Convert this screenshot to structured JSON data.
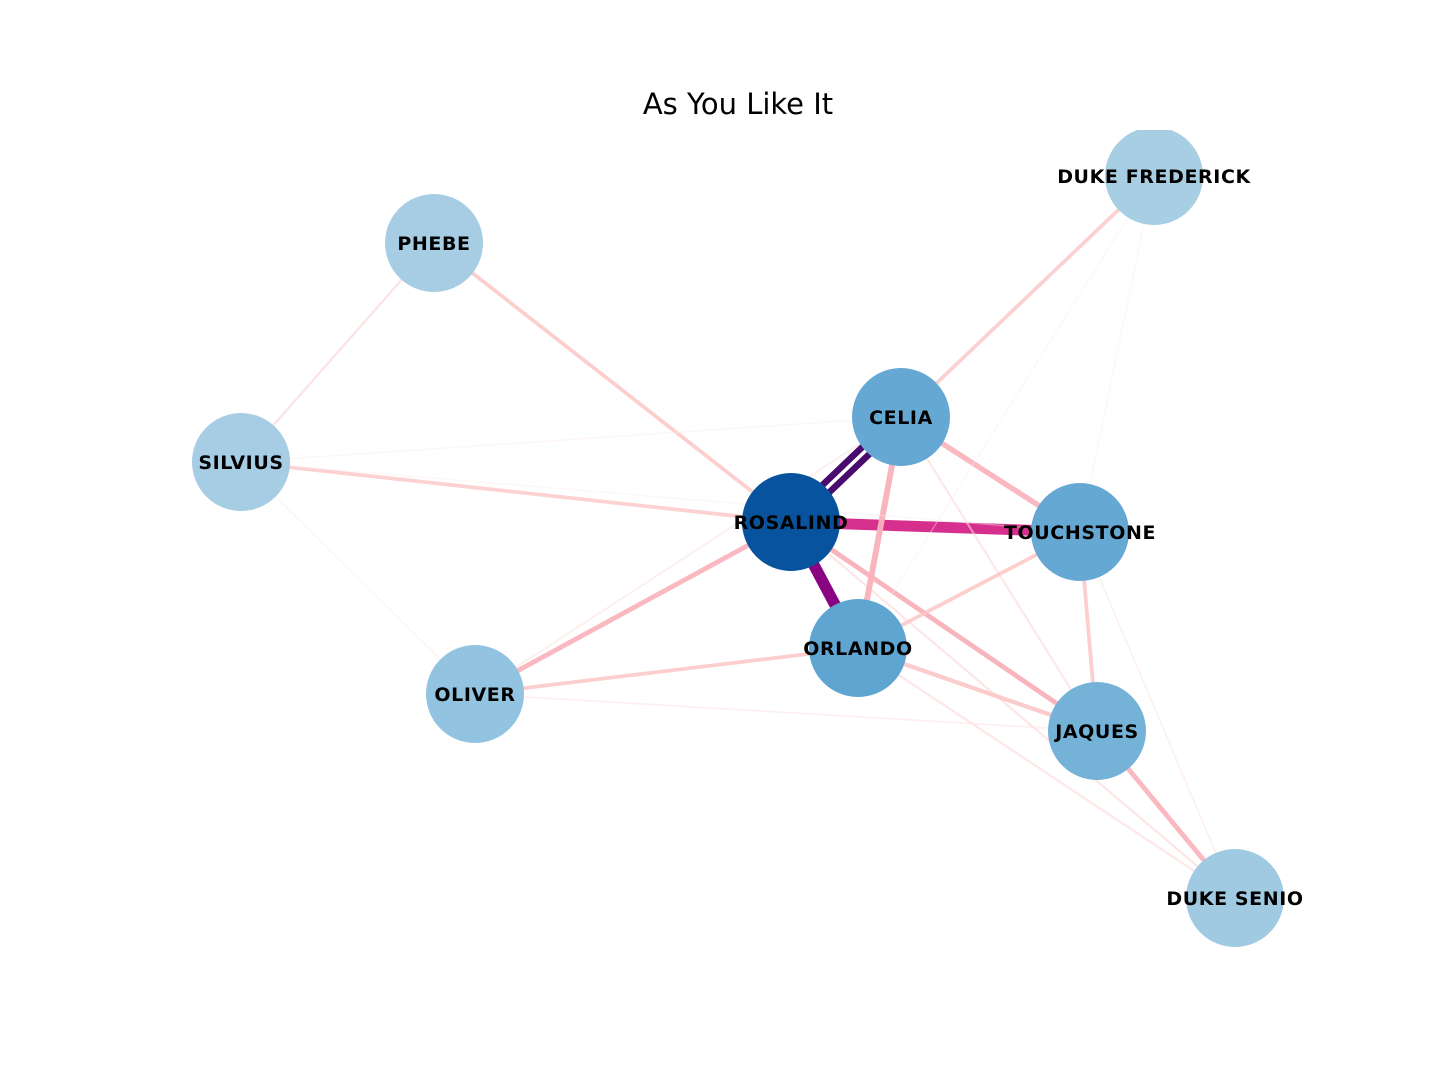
{
  "title": "As You Like It",
  "nodes": [
    {
      "id": "rosalind",
      "label": "ROSALIND",
      "color": "#08539e"
    },
    {
      "id": "celia",
      "label": "CELIA",
      "color": "#66a8d4"
    },
    {
      "id": "touchstone",
      "label": "TOUCHSTONE",
      "color": "#66a8d4"
    },
    {
      "id": "orlando",
      "label": "ORLANDO",
      "color": "#5fa5d1"
    },
    {
      "id": "jaques",
      "label": "JAQUES",
      "color": "#74b2d8"
    },
    {
      "id": "oliver",
      "label": "OLIVER",
      "color": "#92c3e0"
    },
    {
      "id": "phebe",
      "label": "PHEBE",
      "color": "#a6cde3"
    },
    {
      "id": "silvius",
      "label": "SILVIUS",
      "color": "#a6cde3"
    },
    {
      "id": "duke_frederick",
      "label": "DUKE FREDERICK",
      "color": "#a8cee4"
    },
    {
      "id": "duke_senior",
      "label": "DUKE SENIO",
      "color": "#a0c9e2"
    }
  ],
  "edges": [
    {
      "source": "rosalind",
      "target": "celia",
      "color": "#4a0a6e",
      "weight": 1.0,
      "opacity": 1.0
    },
    {
      "source": "rosalind",
      "target": "touchstone",
      "color": "#d62f8e",
      "weight": 0.9,
      "opacity": 1.0
    },
    {
      "source": "rosalind",
      "target": "orlando",
      "color": "#8a0380",
      "weight": 0.95,
      "opacity": 1.0
    },
    {
      "source": "rosalind",
      "target": "jaques",
      "color": "#f9b1ba",
      "weight": 0.35,
      "opacity": 0.95
    },
    {
      "source": "rosalind",
      "target": "oliver",
      "color": "#f9b1ba",
      "weight": 0.35,
      "opacity": 0.9
    },
    {
      "source": "rosalind",
      "target": "phebe",
      "color": "#fbc6c6",
      "weight": 0.25,
      "opacity": 0.85
    },
    {
      "source": "rosalind",
      "target": "silvius",
      "color": "#fbc6c6",
      "weight": 0.25,
      "opacity": 0.8
    },
    {
      "source": "rosalind",
      "target": "duke_senior",
      "color": "#fcd7d7",
      "weight": 0.12,
      "opacity": 0.6
    },
    {
      "source": "celia",
      "target": "touchstone",
      "color": "#f9b1ba",
      "weight": 0.4,
      "opacity": 0.9
    },
    {
      "source": "celia",
      "target": "orlando",
      "color": "#f9b1ba",
      "weight": 0.45,
      "opacity": 0.95
    },
    {
      "source": "celia",
      "target": "duke_frederick",
      "color": "#fbc6c6",
      "weight": 0.25,
      "opacity": 0.8
    },
    {
      "source": "celia",
      "target": "jaques",
      "color": "#fcd7d7",
      "weight": 0.1,
      "opacity": 0.6
    },
    {
      "source": "celia",
      "target": "oliver",
      "color": "#fde0e0",
      "weight": 0.08,
      "opacity": 0.5
    },
    {
      "source": "celia",
      "target": "silvius",
      "color": "#fdeaea",
      "weight": 0.05,
      "opacity": 0.45
    },
    {
      "source": "touchstone",
      "target": "orlando",
      "color": "#fbc6c6",
      "weight": 0.25,
      "opacity": 0.85
    },
    {
      "source": "touchstone",
      "target": "jaques",
      "color": "#fbc6c6",
      "weight": 0.25,
      "opacity": 0.85
    },
    {
      "source": "touchstone",
      "target": "duke_senior",
      "color": "#fde0e0",
      "weight": 0.05,
      "opacity": 0.5
    },
    {
      "source": "touchstone",
      "target": "duke_frederick",
      "color": "#fdeaea",
      "weight": 0.04,
      "opacity": 0.4
    },
    {
      "source": "orlando",
      "target": "jaques",
      "color": "#fbc6c6",
      "weight": 0.3,
      "opacity": 0.9
    },
    {
      "source": "orlando",
      "target": "oliver",
      "color": "#fbc6c6",
      "weight": 0.25,
      "opacity": 0.85
    },
    {
      "source": "orlando",
      "target": "duke_senior",
      "color": "#fcd7d7",
      "weight": 0.1,
      "opacity": 0.6
    },
    {
      "source": "orlando",
      "target": "duke_frederick",
      "color": "#fdeaea",
      "weight": 0.04,
      "opacity": 0.4
    },
    {
      "source": "jaques",
      "target": "duke_senior",
      "color": "#f9b1ba",
      "weight": 0.35,
      "opacity": 0.9
    },
    {
      "source": "phebe",
      "target": "silvius",
      "color": "#fcd7d7",
      "weight": 0.12,
      "opacity": 0.7
    },
    {
      "source": "silvius",
      "target": "oliver",
      "color": "#fdeaea",
      "weight": 0.05,
      "opacity": 0.45
    },
    {
      "source": "silvius",
      "target": "touchstone",
      "color": "#fdeaea",
      "weight": 0.04,
      "opacity": 0.4
    },
    {
      "source": "oliver",
      "target": "jaques",
      "color": "#fde0e0",
      "weight": 0.06,
      "opacity": 0.5
    }
  ]
}
